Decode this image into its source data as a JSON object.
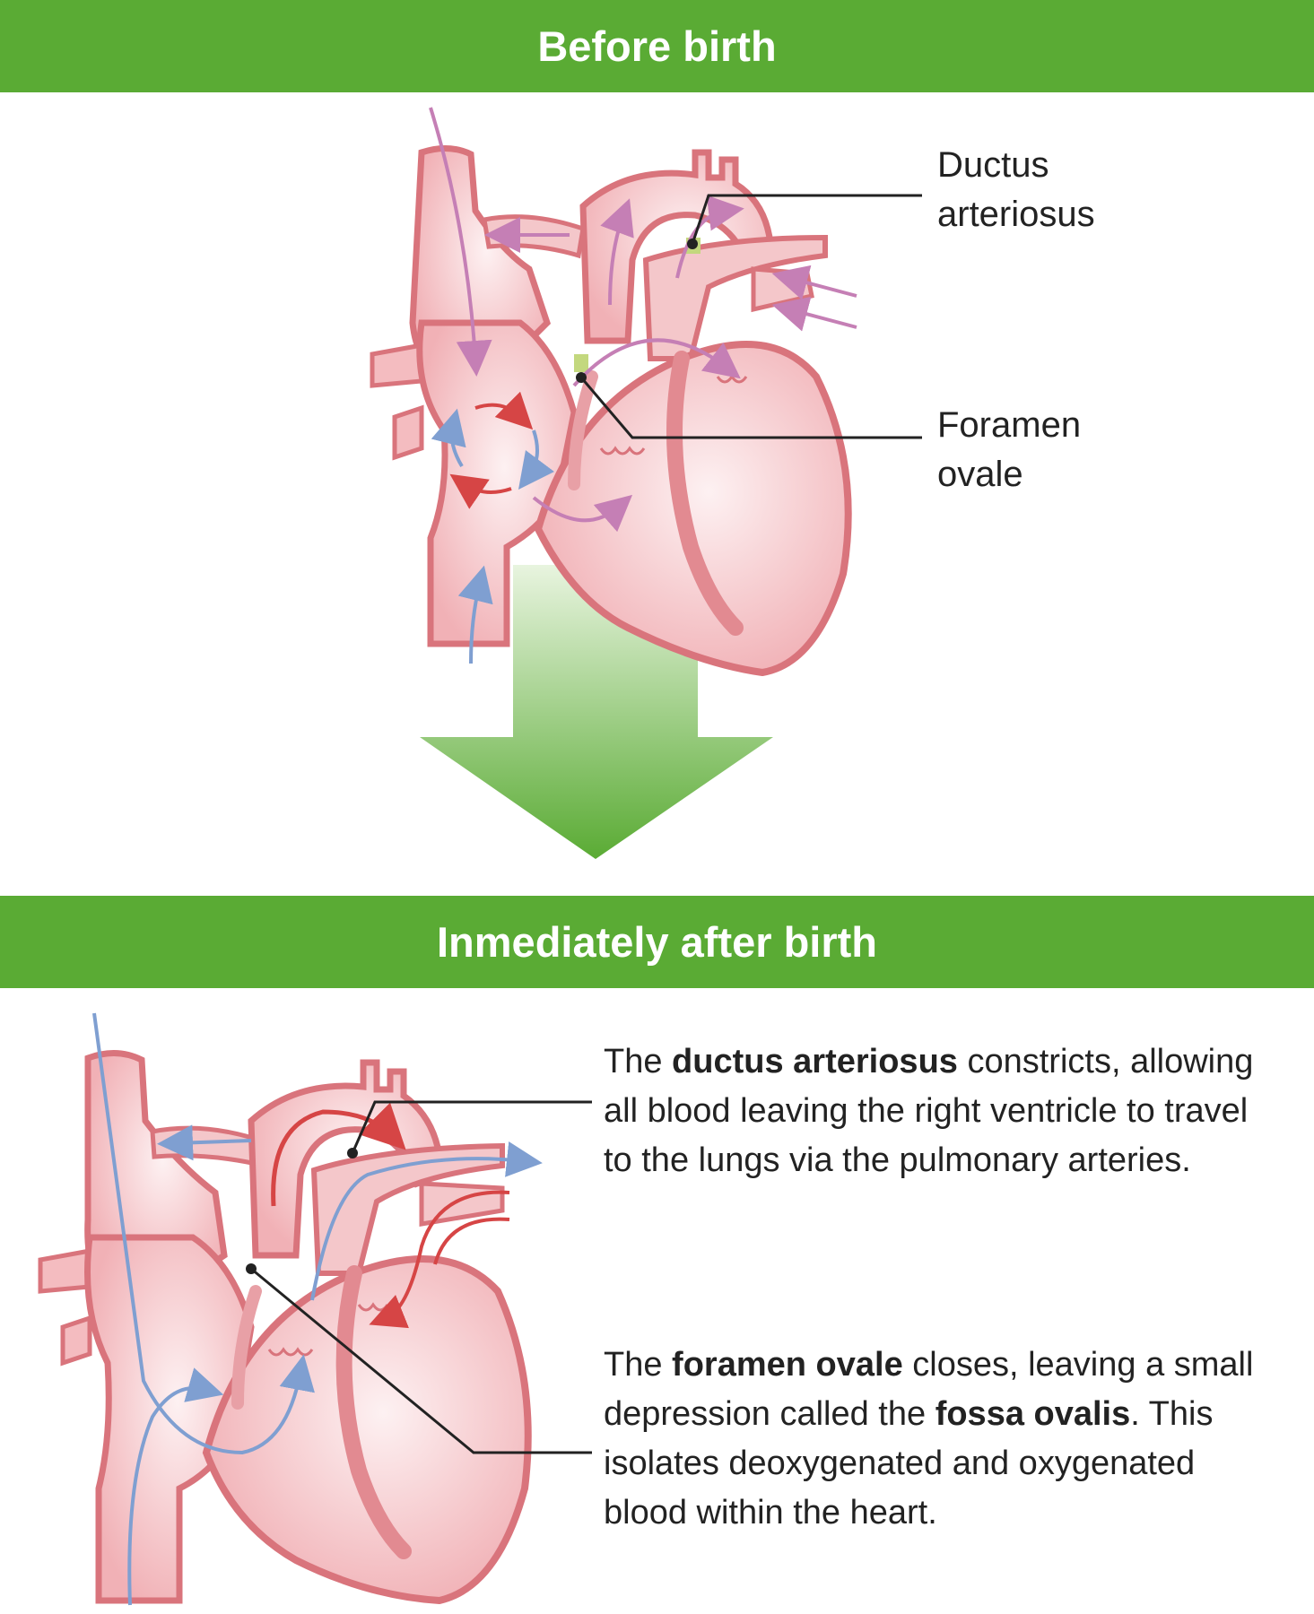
{
  "banners": {
    "before": "Before birth",
    "after": "Inmediately after birth"
  },
  "labels": {
    "ductus_line1": "Ductus",
    "ductus_line2": "arteriosus",
    "foramen_line1": "Foramen",
    "foramen_line2": "ovale"
  },
  "descriptions": {
    "ductus": {
      "pre": "The ",
      "bold": "ductus arteriosus",
      "post": " constricts, allowing all blood leaving the right ventricle to travel to the lungs via the pulmonary arteries."
    },
    "foramen": {
      "pre": "The ",
      "bold1": "foramen ovale",
      "mid": " closes, leaving a small depression called the ",
      "bold2": "fossa ovalis",
      "post": ". This isolates deoxygenated and oxygenated blood within the heart."
    }
  },
  "colors": {
    "banner_green": "#5aab34",
    "heart_fill": "#f4bcc0",
    "heart_outline": "#d9747c",
    "oxygenated_red": "#d64545",
    "deoxygenated_blue": "#7f9fd1",
    "mixed_purple": "#c57fb5",
    "transition_arrow_green": "#5aab34"
  }
}
